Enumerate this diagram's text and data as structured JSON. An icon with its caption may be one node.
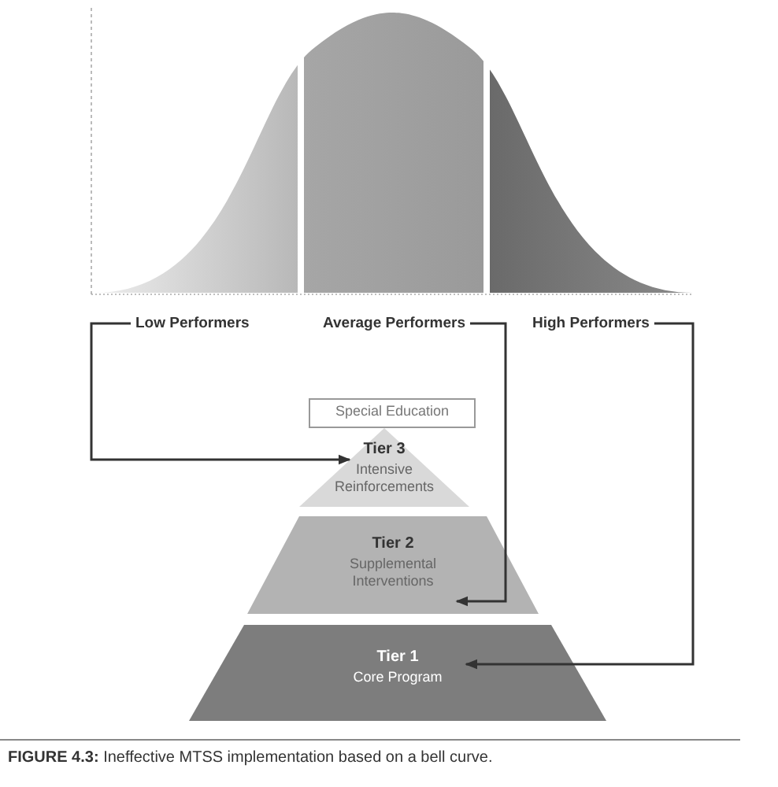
{
  "diagram": {
    "caption": "**FIGURE 4.3:** Ineffective MTSS implementation based on a bell curve.",
    "nodes": [
      {
        "text": [
          "Low Performers"
        ]
      },
      {
        "text": [
          "Average Performers"
        ]
      },
      {
        "text": [
          "High Performers"
        ]
      },
      {
        "text": [
          "Special Education"
        ]
      },
      {
        "text": [
          "Tier 3",
          "Intensive Reinforcements"
        ]
      },
      {
        "text": [
          "Tier 2",
          "Supplemental Interventions"
        ]
      },
      {
        "text": [
          "Tier 1",
          "Core Program"
        ]
      }
    ],
    "edges": [
      {
        "from": 0,
        "to": 4,
        "arrow": "to"
      },
      {
        "from": 1,
        "to": 5,
        "arrow": "to"
      },
      {
        "from": 2,
        "to": 6,
        "arrow": "to"
      }
    ]
  }
}
